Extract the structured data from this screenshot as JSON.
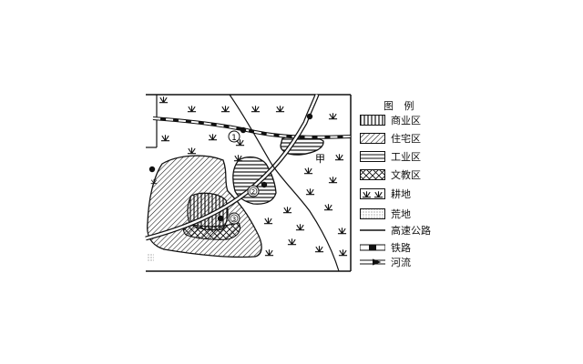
{
  "map": {
    "labels": {
      "point1": "①",
      "point2": "②",
      "point3": "③",
      "jia": "甲"
    }
  },
  "legend": {
    "title": "图 例",
    "items": [
      {
        "key": "commercial",
        "label": "商业区",
        "pattern": "vertical-lines"
      },
      {
        "key": "residential",
        "label": "住宅区",
        "pattern": "diagonal-lines"
      },
      {
        "key": "industrial",
        "label": "工业区",
        "pattern": "horizontal-lines"
      },
      {
        "key": "education",
        "label": "文教区",
        "pattern": "crosshatch"
      },
      {
        "key": "farmland",
        "label": "耕地",
        "pattern": "grass-symbol"
      },
      {
        "key": "wasteland",
        "label": "荒地",
        "pattern": "dots"
      },
      {
        "key": "highway",
        "label": "高速公路",
        "pattern": "solid-line"
      },
      {
        "key": "railway",
        "label": "铁路",
        "pattern": "railway-line"
      },
      {
        "key": "river",
        "label": "河流",
        "pattern": "arrow-line"
      }
    ]
  },
  "colors": {
    "ink": "#111111",
    "background": "#ffffff"
  }
}
